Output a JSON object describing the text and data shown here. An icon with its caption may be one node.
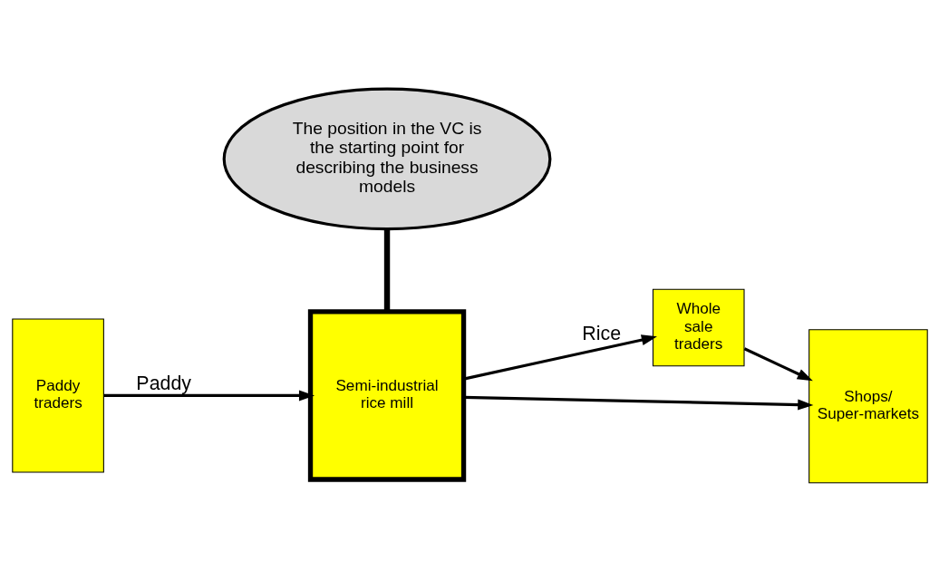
{
  "diagram": {
    "nodes": [
      {
        "text": [
          "Paddy traders"
        ]
      },
      {
        "text": [
          "Semi-industrial rice mill"
        ]
      },
      {
        "text": [
          "Whole sale traders"
        ]
      },
      {
        "text": [
          "Shops/ Super-markets"
        ]
      },
      {
        "text": [
          "The position in the VC is the starting point for describing the business models"
        ]
      }
    ],
    "edges": [
      {
        "from": 0,
        "to": 1,
        "arrow": "to",
        "label": "Paddy"
      },
      {
        "from": 1,
        "to": 2,
        "arrow": "to",
        "label": "Rice"
      },
      {
        "from": 2,
        "to": 3,
        "arrow": "to"
      },
      {
        "from": 1,
        "to": 3,
        "arrow": "to"
      },
      {
        "from": 4,
        "to": 1,
        "arrow": "none",
        "style": "thick"
      }
    ]
  }
}
